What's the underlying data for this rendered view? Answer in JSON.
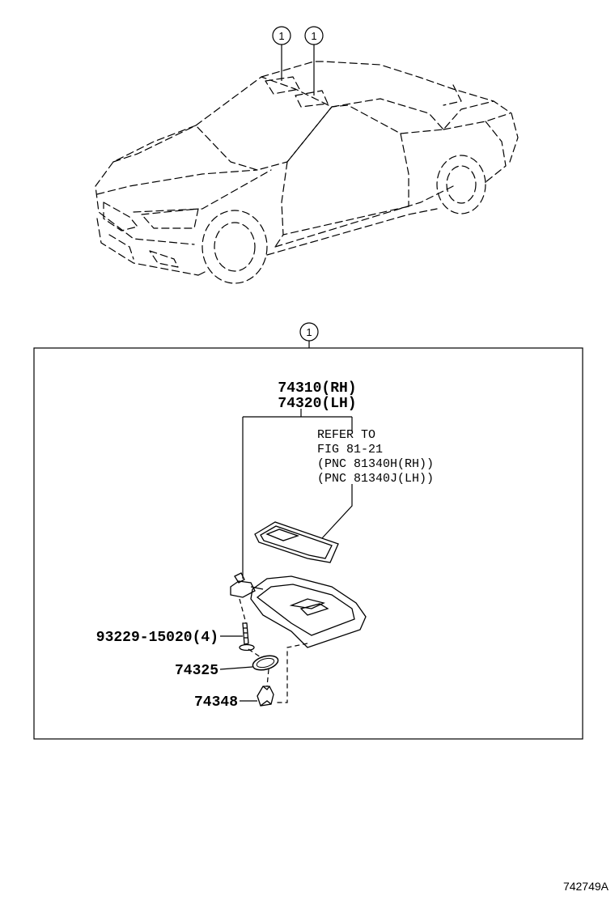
{
  "callouts": {
    "top_left": "1",
    "top_right": "1",
    "box": "1"
  },
  "labels": {
    "part_rh": "74310(RH)",
    "part_lh": "74320(LH)",
    "refer_line1": "REFER TO",
    "refer_line2": "FIG 81-21",
    "refer_line3": "(PNC 81340H(RH))",
    "refer_line4": "(PNC 81340J(LH))",
    "screw": "93229-15020(4)",
    "part_74325": "74325",
    "part_74348": "74348"
  },
  "figure_id": "742749A"
}
